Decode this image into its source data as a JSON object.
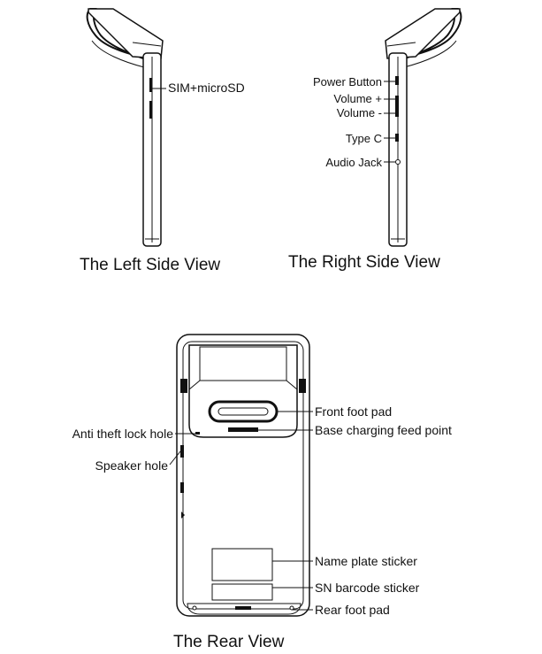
{
  "colors": {
    "ink": "#111111",
    "background": "#ffffff"
  },
  "left_view": {
    "caption": "The Left Side View",
    "callouts": {
      "sim": "SIM+microSD"
    }
  },
  "right_view": {
    "caption": "The Right Side View",
    "callouts": {
      "power": "Power Button",
      "vol_up": "Volume +",
      "vol_down": "Volume -",
      "typec": "Type C",
      "audio": "Audio Jack"
    }
  },
  "rear_view": {
    "caption": "The Rear View",
    "callouts": {
      "front_pad": "Front foot pad",
      "anti_theft": "Anti theft lock hole",
      "charging": "Base charging feed point",
      "speaker": "Speaker hole",
      "nameplate": "Name plate sticker",
      "sn": "SN barcode sticker",
      "rear_pad": "Rear foot pad"
    }
  }
}
